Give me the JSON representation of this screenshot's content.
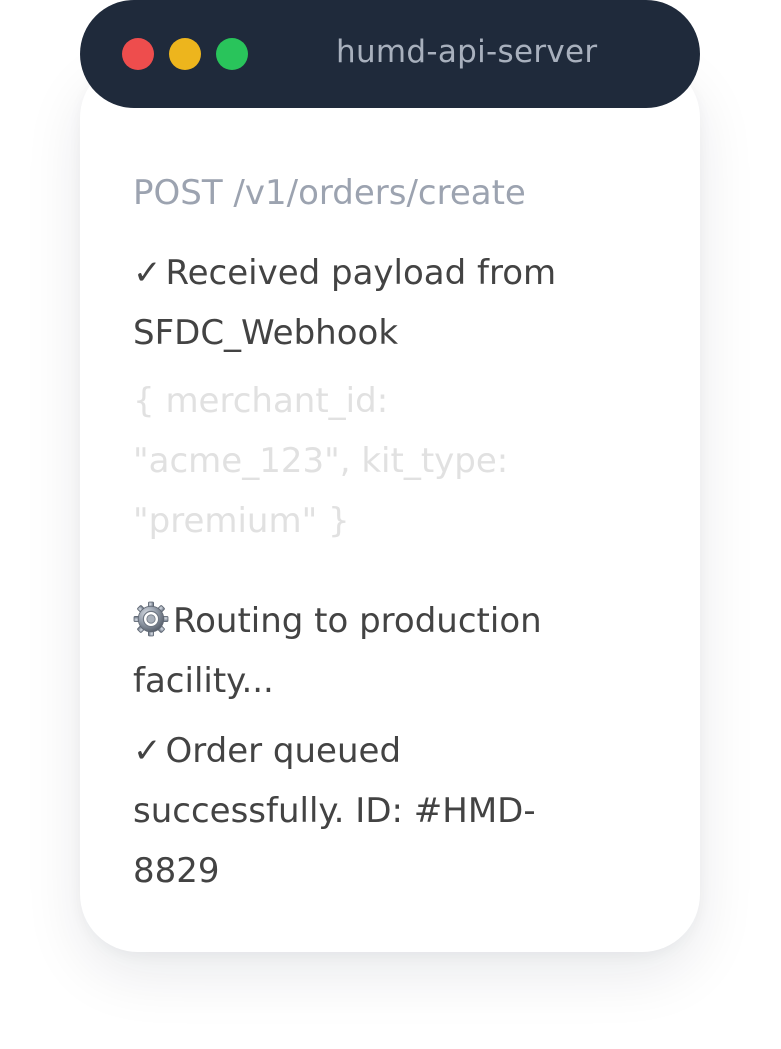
{
  "window": {
    "title": "humd-api-server",
    "dots": {
      "red": "#ee4d4d",
      "yellow": "#edb51d",
      "green": "#29c45b"
    },
    "background": "#1f2a3b",
    "card_background": "#ffffff"
  },
  "log": {
    "route": "POST /v1/orders/create",
    "received_check": "✓",
    "received_text": "Received payload from SFDC_Webhook",
    "payload": "{ merchant_id: \"acme_123\", kit_type: \"premium\" }",
    "routing_icon": "gear-icon",
    "routing_text": "Routing to production facility...",
    "queued_check": "✓",
    "queued_text": "Order queued successfully. ID: #HMD-8829"
  },
  "colors": {
    "route": "#9ca3b0",
    "primary_text": "#434343",
    "payload": "#e1e1e1"
  }
}
